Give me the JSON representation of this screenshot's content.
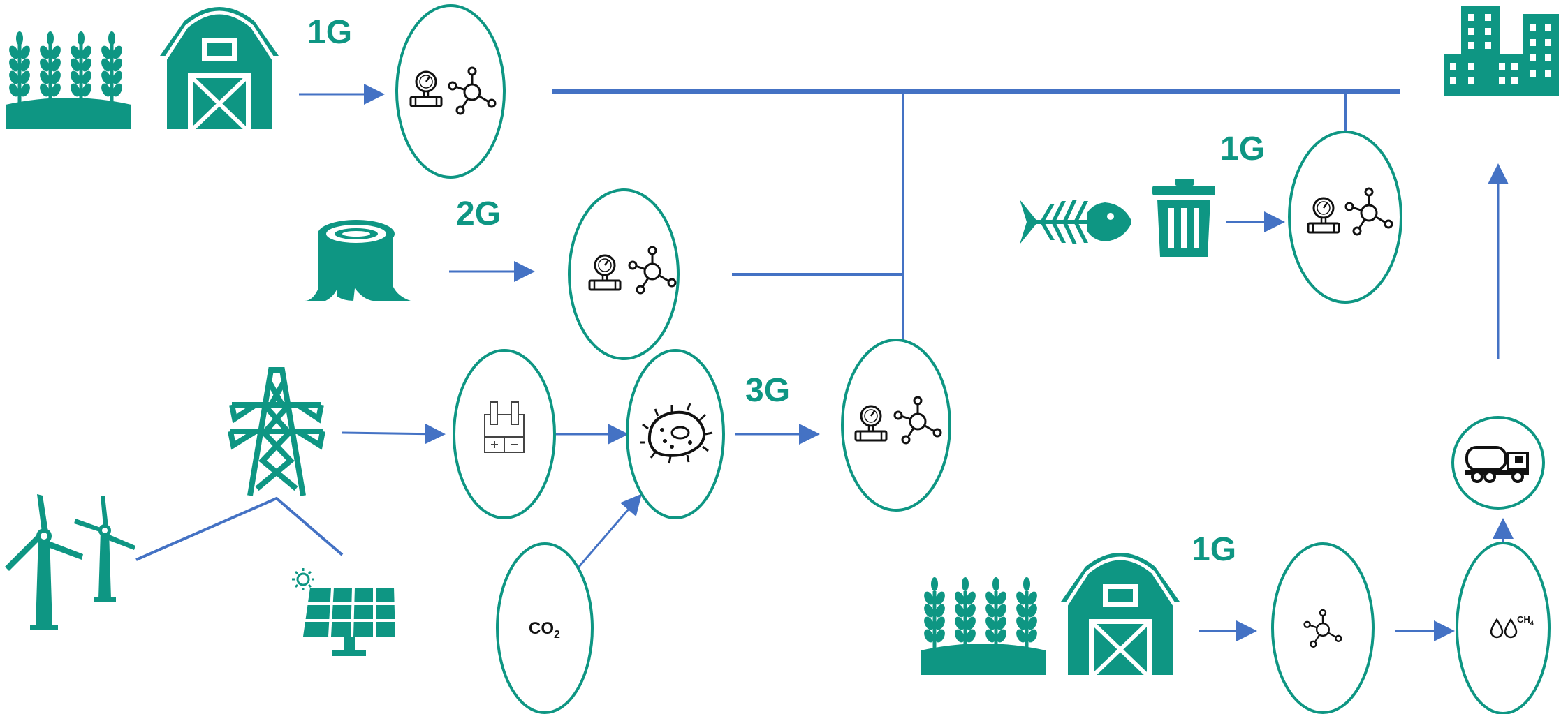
{
  "colors": {
    "teal": "#0e9683",
    "line_blue": "#4472c4",
    "dark": "#111111",
    "background": "#ffffff"
  },
  "labels": {
    "path_1g_top": "1G",
    "path_2g": "2G",
    "path_3g": "3G",
    "path_1g_waste": "1G",
    "path_1g_bottom": "1G",
    "co2_main": "CO",
    "co2_sub": "2",
    "ch4": "CH",
    "ch4_sub": "4"
  },
  "icons": [
    "wheat-crop-icon",
    "barn-icon",
    "tree-stump-icon",
    "power-pylon-icon",
    "wind-turbine-icon",
    "solar-panel-icon",
    "fish-bone-icon",
    "trash-bin-icon",
    "city-buildings-icon",
    "pressure-gauge-pipe-icon",
    "molecule-icon",
    "electrolyzer-icon",
    "microorganism-icon",
    "tanker-truck-icon",
    "water-drops-icon"
  ]
}
